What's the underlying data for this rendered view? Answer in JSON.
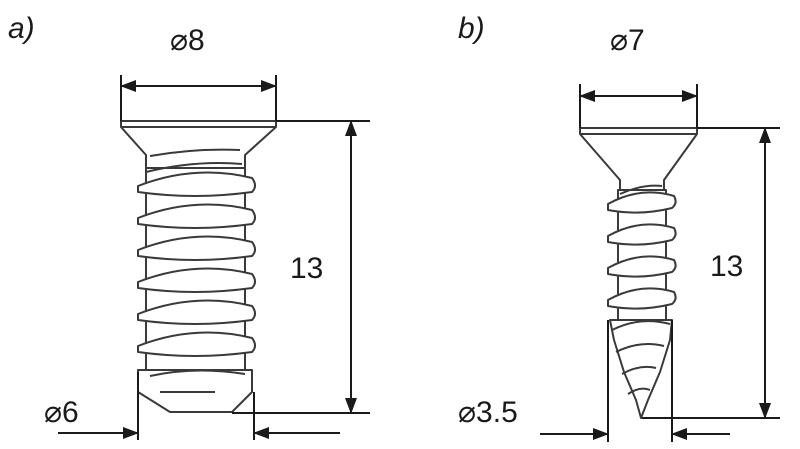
{
  "panel_a": {
    "label": "a)",
    "head_diameter": "⌀8",
    "length": "13",
    "shank_diameter": "⌀6"
  },
  "panel_b": {
    "label": "b)",
    "head_diameter": "⌀7",
    "length": "13",
    "shank_diameter": "⌀3.5"
  },
  "colors": {
    "line": "#1a1a1a",
    "screw_outline": "#3a3a3a",
    "screw_fill": "#ffffff"
  }
}
